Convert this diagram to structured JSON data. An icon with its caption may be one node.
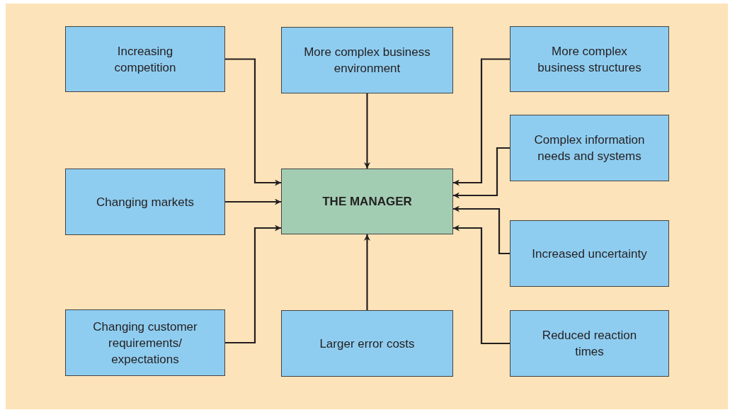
{
  "diagram": {
    "nodes": [
      {
        "text": [
          "Increasing competition"
        ]
      },
      {
        "text": [
          "More complex business environment"
        ]
      },
      {
        "text": [
          "More complex business structures"
        ]
      },
      {
        "text": [
          "Complex information needs and systems"
        ]
      },
      {
        "text": [
          "Changing markets"
        ]
      },
      {
        "text": [
          "THE MANAGER"
        ]
      },
      {
        "text": [
          "Increased uncertainty"
        ]
      },
      {
        "text": [
          "Changing customer requirements/ expectations"
        ]
      },
      {
        "text": [
          "Larger error costs"
        ]
      },
      {
        "text": [
          "Reduced reaction times"
        ]
      }
    ],
    "edges": [
      {
        "from": 0,
        "to": 5,
        "arrow": "to"
      },
      {
        "from": 1,
        "to": 5,
        "arrow": "to"
      },
      {
        "from": 2,
        "to": 5,
        "arrow": "to"
      },
      {
        "from": 3,
        "to": 5,
        "arrow": "to"
      },
      {
        "from": 4,
        "to": 5,
        "arrow": "to"
      },
      {
        "from": 6,
        "to": 5,
        "arrow": "to"
      },
      {
        "from": 7,
        "to": 5,
        "arrow": "to"
      },
      {
        "from": 8,
        "to": 5,
        "arrow": "to"
      },
      {
        "from": 9,
        "to": 5,
        "arrow": "to"
      }
    ]
  }
}
